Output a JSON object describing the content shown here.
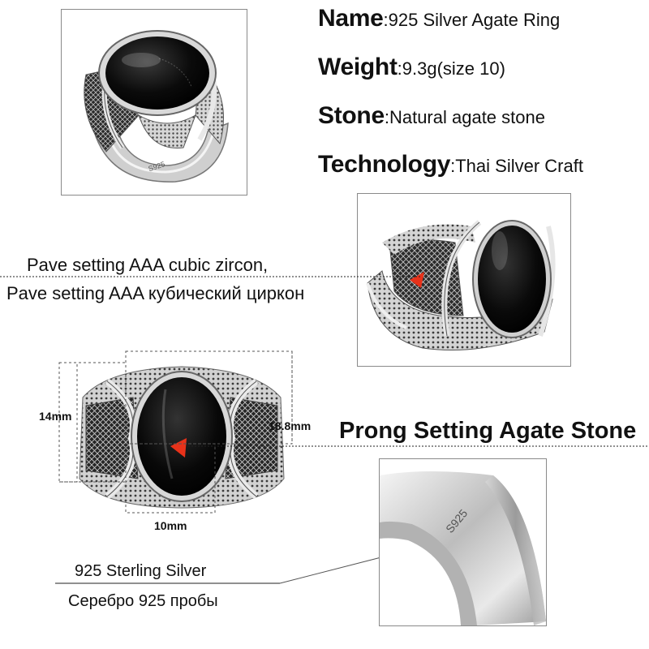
{
  "specs": {
    "name_label": "Name",
    "name_value": ":925 Silver Agate Ring",
    "weight_label": "Weight",
    "weight_value": ":9.3g(size 10)",
    "stone_label": "Stone",
    "stone_value": ":Natural agate stone",
    "technology_label": "Technology",
    "technology_value": ":Thai Silver Craft"
  },
  "callouts": {
    "pave_en": "Pave setting AAA cubic zircon,",
    "pave_ru": "Pave setting AAA кубический циркон",
    "prong": "Prong Setting Agate Stone",
    "silver_en": "925 Sterling Silver",
    "silver_ru": "Серебро 925 пробы"
  },
  "dimensions": {
    "height": "14mm",
    "width": "18.8mm",
    "stone_width": "10mm"
  },
  "engraving": "S925",
  "colors": {
    "stone": "#0b0b0b",
    "silver": "#c9c9c9",
    "dark_silver": "#4a4a4a",
    "accent_arrow": "#e8321a",
    "frame_border": "#8a8a8a"
  }
}
